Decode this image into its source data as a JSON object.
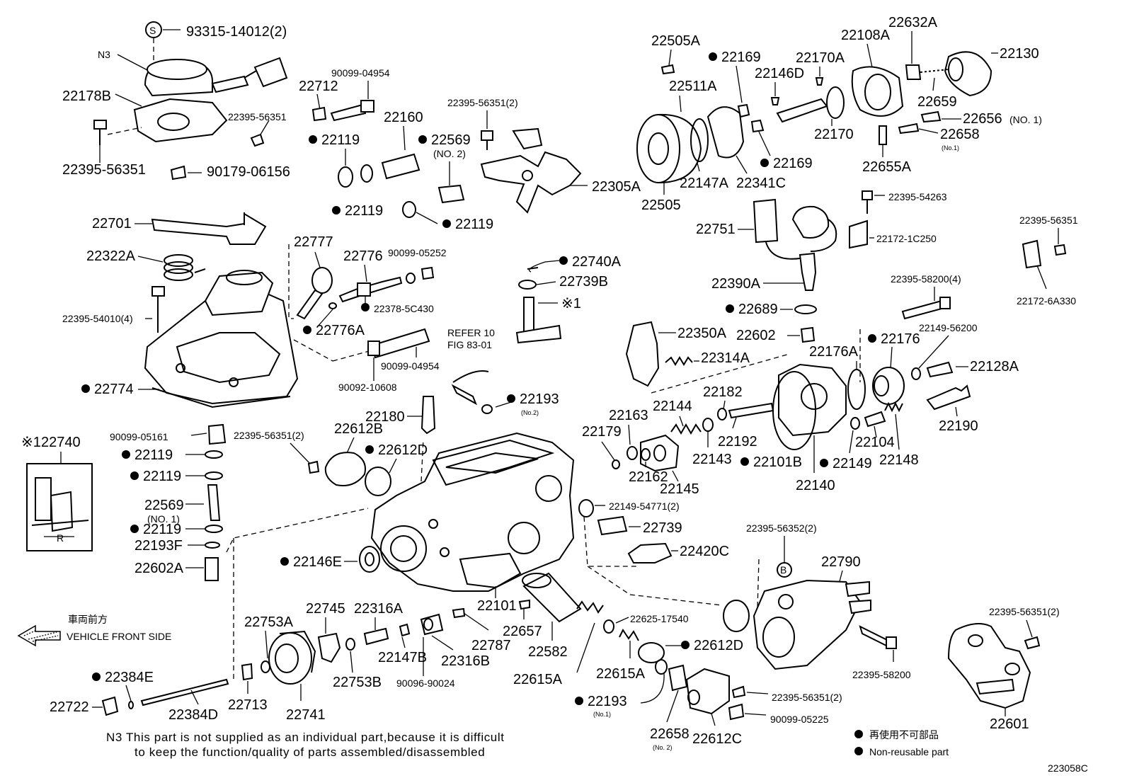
{
  "labels": {
    "p93315": "93315-14012(2)",
    "n3": "N3",
    "p22178B": "22178B",
    "p22395_56351_a": "22395-56351",
    "p22395_56351_b": "22395-56351",
    "p90179": "90179-06156",
    "p22712": "22712",
    "p90099_04954_a": "90099-04954",
    "p22119_a": "22119",
    "p22160": "22160",
    "p22569_2": "22569",
    "no2_a": "(NO. 2)",
    "p22119_b": "22119",
    "p22119_c": "22119",
    "p22395_56351_2a": "22395-56351(2)",
    "p22305A": "22305A",
    "p22701": "22701",
    "p22322A": "22322A",
    "p22777": "22777",
    "p22776": "22776",
    "p90099_05252": "90099-05252",
    "p22378": "22378-5C430",
    "p22395_54010": "22395-54010(4)",
    "p22776A": "22776A",
    "p22774": "22774",
    "refer1": "REFER 10",
    "refer2": "FIG 83-01",
    "p90099_04954_b": "90099-04954",
    "p90092": "90092-10608",
    "p22740A": "22740A",
    "p22739B": "22739B",
    "mark1": "※1",
    "p22193_2": "22193",
    "no2_b": "(No.2)",
    "p22180": "22180",
    "p22740": "22740",
    "mark2": "※1",
    "box_r": "R",
    "p90099_05161": "90099-05161",
    "p22395_56351_2b": "22395-56351(2)",
    "p22612B": "22612B",
    "p22612D_a": "22612D",
    "p22119_d": "22119",
    "p22119_e": "22119",
    "p22569_1": "22569",
    "no1_a": "(NO. 1)",
    "p22119_f": "22119",
    "p22193F": "22193F",
    "p22602A": "22602A",
    "p22146E": "22146E",
    "p22101": "22101",
    "p22739": "22739",
    "p22149_54771": "22149-54771(2)",
    "p22420C": "22420C",
    "p22505A": "22505A",
    "p22169_a": "22169",
    "p22170A": "22170A",
    "p22108A": "22108A",
    "p22632A": "22632A",
    "p22130": "22130",
    "p22511A": "22511A",
    "p22146D": "22146D",
    "p22659": "22659",
    "p22656": "22656",
    "no1_b": "(NO. 1)",
    "p22658_a": "22658",
    "no1_c": "(No.1)",
    "p22170": "22170",
    "p22169_b": "22169",
    "p22655A": "22655A",
    "p22505": "22505",
    "p22147A": "22147A",
    "p22341C": "22341C",
    "p22395_54263": "22395-54263",
    "p22751": "22751",
    "p22172_1C250": "22172-1C250",
    "p22395_56351_c": "22395-56351",
    "p22172_6A330": "22172-6A330",
    "p22390A": "22390A",
    "p22395_58200_4": "22395-58200(4)",
    "p22689": "22689",
    "p22350A": "22350A",
    "p22602": "22602",
    "p22176": "22176",
    "p22149_56200": "22149-56200",
    "p22314A": "22314A",
    "p22176A": "22176A",
    "p22128A": "22128A",
    "p22182": "22182",
    "p22144": "22144",
    "p22163": "22163",
    "p22179": "22179",
    "p22192": "22192",
    "p22190": "22190",
    "p22104": "22104",
    "p22148": "22148",
    "p22143": "22143",
    "p22101B": "22101B",
    "p22149": "22149",
    "p22162": "22162",
    "p22145": "22145",
    "p22140": "22140",
    "p22395_56352": "22395-56352(2)",
    "b_mark": "B",
    "p22790": "22790",
    "p22395_58200": "22395-58200",
    "p22395_56351_2c": "22395-56351(2)",
    "p22601": "22601",
    "p22745": "22745",
    "p22316A": "22316A",
    "p22753A": "22753A",
    "p22787": "22787",
    "p22657": "22657",
    "p22625": "22625-17540",
    "p22582": "22582",
    "p22612D_b": "22612D",
    "p22147B": "22147B",
    "p22316B": "22316B",
    "p22753B": "22753B",
    "p90096": "90096-90024",
    "p22615A_a": "22615A",
    "p22615A_b": "22615A",
    "p22384E": "22384E",
    "p22722": "22722",
    "p22384D": "22384D",
    "p22713": "22713",
    "p22741": "22741",
    "p22193_1": "22193",
    "no1_d": "(No.1)",
    "p22395_56351_2d": "22395-56351(2)",
    "p90099_05225": "90099-05225",
    "p22658_b": "22658",
    "no2_c": "(No. 2)",
    "p22612C": "22612C"
  },
  "arrow": {
    "jp": "車両前方",
    "en": "VEHICLE FRONT SIDE"
  },
  "note": {
    "line1": "N3 This part is not supplied as an individual part,because it is difficult",
    "line2": "to keep the function/quality of parts assembled/disassembled"
  },
  "legend": {
    "jp": "再使用不可部品",
    "en": "Non-reusable part"
  },
  "figure_code": "223058C",
  "s_mark": "S"
}
